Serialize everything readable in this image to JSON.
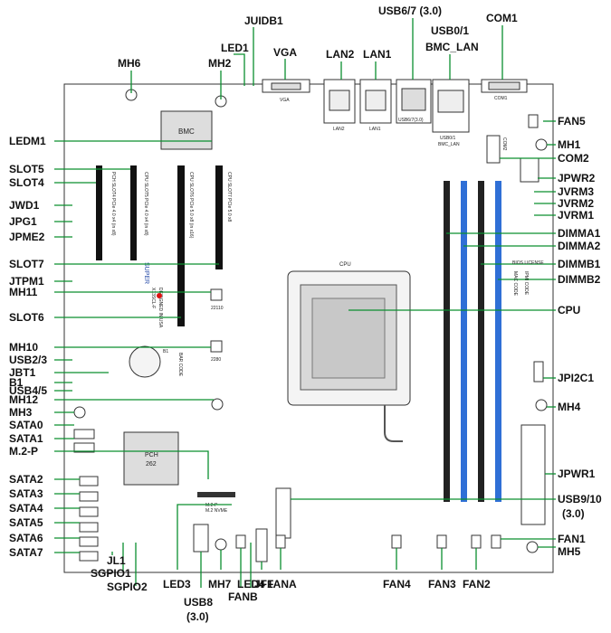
{
  "labels": {
    "mh6": "MH6",
    "mh2": "MH2",
    "led1": "LED1",
    "juidb1": "JUIDB1",
    "vga": "VGA",
    "lan2": "LAN2",
    "lan1": "LAN1",
    "usb67": "USB6/7 (3.0)",
    "usb01": "USB0/1",
    "bmc_lan": "BMC_LAN",
    "com1": "COM1",
    "fan5": "FAN5",
    "mh1": "MH1",
    "com2": "COM2",
    "jpwr2": "JPWR2",
    "jvrm3": "JVRM3",
    "jvrm2": "JVRM2",
    "jvrm1": "JVRM1",
    "dimma1": "DIMMA1",
    "dimma2": "DIMMA2",
    "dimmb1": "DIMMB1",
    "dimmb2": "DIMMB2",
    "cpu": "CPU",
    "jpi2c1": "JPI2C1",
    "mh4": "MH4",
    "jpwr1": "JPWR1",
    "usb910": "USB9/10",
    "usb910_ver": "(3.0)",
    "fan1": "FAN1",
    "mh5": "MH5",
    "fan2": "FAN2",
    "fan3": "FAN3",
    "fan4": "FAN4",
    "fana": "FANA",
    "jf1": "JF1",
    "fanb": "FANB",
    "led4": "LED4",
    "mh7": "MH7",
    "usb8": "USB8",
    "usb8_ver": "(3.0)",
    "led3": "LED3",
    "sgpio2": "SGPIO2",
    "sgpio1": "SGPIO1",
    "jl1": "JL1",
    "ledm1": "LEDM1",
    "slot5": "SLOT5",
    "slot4": "SLOT4",
    "jwd1": "JWD1",
    "jpg1": "JPG1",
    "jpme2": "JPME2",
    "slot7": "SLOT7",
    "jtpm1": "JTPM1",
    "mh11": "MH11",
    "slot6": "SLOT6",
    "mh10": "MH10",
    "usb23": "USB2/3",
    "jbt1": "JBT1",
    "b1": "B1",
    "usb45": "USB4/5",
    "mh12": "MH12",
    "mh3": "MH3",
    "sata0": "SATA0",
    "sata1": "SATA1",
    "m2p": "M.2-P",
    "sata2": "SATA2",
    "sata3": "SATA3",
    "sata4": "SATA4",
    "sata5": "SATA5",
    "sata6": "SATA6",
    "sata7": "SATA7"
  },
  "silkscreen": {
    "bmc": "BMC",
    "pch": "PCH",
    "pch_num": "262",
    "cpu": "CPU",
    "vga": "VGA",
    "lan2": "LAN2",
    "lan1": "LAN1",
    "usb67": "USB6/7(3.0)",
    "usb01": "USB0/1",
    "bmc_lan": "BMC_LAN",
    "com1": "COM1",
    "com2": "COM2",
    "m2p": "M.2-P",
    "m2_nvme": "M.2 NVME",
    "mh11_size": "22110",
    "mh10_size": "2280",
    "b1": "B1",
    "bar_code": "BAR CODE",
    "mac_code": "MAC CODE",
    "ipmi_code": "IPMI CODE",
    "bios_license": "BIOS LICENSE",
    "board_model": "X13SCL-F",
    "design": "DESIGNED IN USA",
    "brand": "SUPER",
    "jpcie5": "CPU SLOT5 PCIe 4.0 x4 (in x8)",
    "jpcie4": "PCH SLOT4 PCIe 4.0 x4 (in x8)",
    "jpcie6": "CPU SLOT6 PCIe 5.0 x8 (in x16)",
    "jpcie7": "CPU SLOT7 PCIe 5.0 x8"
  },
  "colors": {
    "leader": "#0a8f2f",
    "dimm_blue": "#2f6fd6",
    "dimm_black": "#222222",
    "slot_black": "#111111",
    "board_outline": "#333333"
  }
}
